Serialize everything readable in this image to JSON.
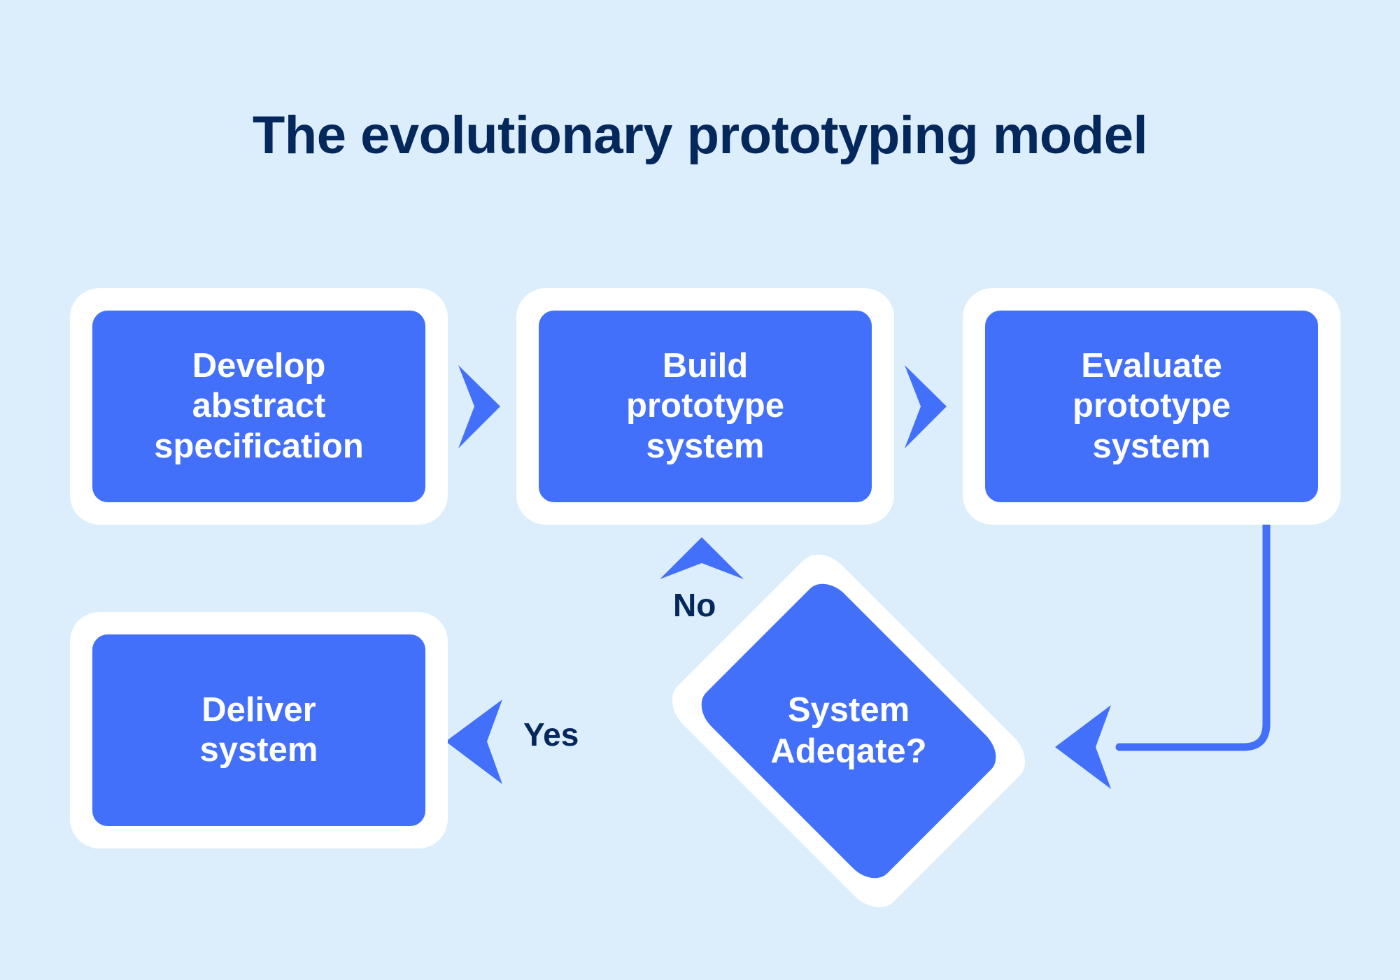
{
  "page": {
    "title": "The evolutionary prototyping model",
    "background_color": "#dceefc"
  },
  "theme": {
    "node_fill": "#4270fa",
    "node_halo": "#ffffff",
    "node_text": "#ffffff",
    "title_text": "#04285c",
    "edge_label_text": "#04285c",
    "connector_color": "#4270fa",
    "background": "#dceefc"
  },
  "nodes": [
    {
      "id": "develop",
      "type": "process",
      "label": "Develop\nabstract\nspecification"
    },
    {
      "id": "build",
      "type": "process",
      "label": "Build\nprototype\nsystem"
    },
    {
      "id": "evaluate",
      "type": "process",
      "label": "Evaluate\nprototype\nsystem"
    },
    {
      "id": "decision",
      "type": "decision",
      "label": "System\nAdeqate?"
    },
    {
      "id": "deliver",
      "type": "process",
      "label": "Deliver\nsystem"
    }
  ],
  "node_labels": {
    "develop_line1": "Develop",
    "develop_line2": "abstract",
    "develop_line3": "specification",
    "build_line1": "Build",
    "build_line2": "prototype",
    "build_line3": "system",
    "evaluate_line1": "Evaluate",
    "evaluate_line2": "prototype",
    "evaluate_line3": "system",
    "decision_line1": "System",
    "decision_line2": "Adeqate?",
    "deliver_line1": "Deliver",
    "deliver_line2": "system"
  },
  "edges": [
    {
      "id": "develop-to-build",
      "from": "develop",
      "to": "build",
      "label": "",
      "arrow": "right"
    },
    {
      "id": "build-to-evaluate",
      "from": "build",
      "to": "evaluate",
      "label": "",
      "arrow": "right"
    },
    {
      "id": "evaluate-to-decision",
      "from": "evaluate",
      "to": "decision",
      "label": "",
      "arrow": "left",
      "style": "elbow"
    },
    {
      "id": "decision-to-build",
      "from": "decision",
      "to": "build",
      "label": "No",
      "arrow": "up"
    },
    {
      "id": "decision-to-deliver",
      "from": "decision",
      "to": "deliver",
      "label": "Yes",
      "arrow": "left"
    }
  ],
  "edge_labels": {
    "no": "No",
    "yes": "Yes"
  },
  "chart_data": {
    "type": "diagram",
    "title": "The evolutionary prototyping model",
    "diagram_kind": "flowchart",
    "nodes": [
      "Develop abstract specification",
      "Build prototype system",
      "Evaluate prototype system",
      "System Adeqate?",
      "Deliver system"
    ],
    "flow": [
      "Develop abstract specification -> Build prototype system",
      "Build prototype system -> Evaluate prototype system",
      "Evaluate prototype system -> System Adeqate?",
      "System Adeqate? --No--> Build prototype system",
      "System Adeqate? --Yes--> Deliver system"
    ]
  }
}
